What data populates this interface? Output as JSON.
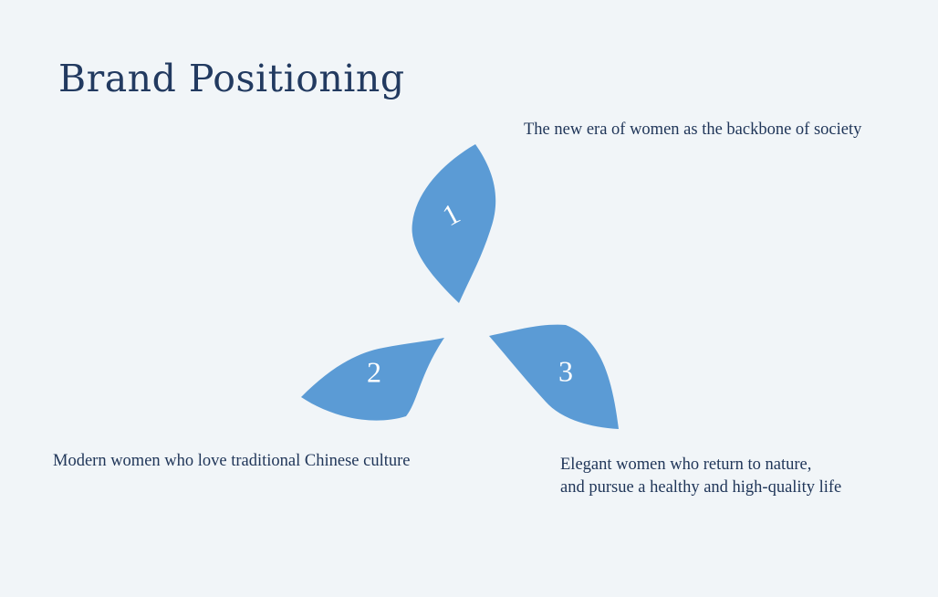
{
  "title": "Brand Positioning",
  "petals": [
    {
      "number": "1",
      "text": [
        "The new era of women as the backbone of society"
      ]
    },
    {
      "number": "2",
      "text": [
        "Modern women who love traditional Chinese culture"
      ]
    },
    {
      "number": "3",
      "text": [
        "Elegant women who return to nature,",
        "and pursue a healthy and high-quality life"
      ]
    }
  ],
  "colors": {
    "background": "#f1f5f8",
    "petal": "#5b9bd5",
    "text": "#1f3558",
    "number": "#ffffff"
  }
}
